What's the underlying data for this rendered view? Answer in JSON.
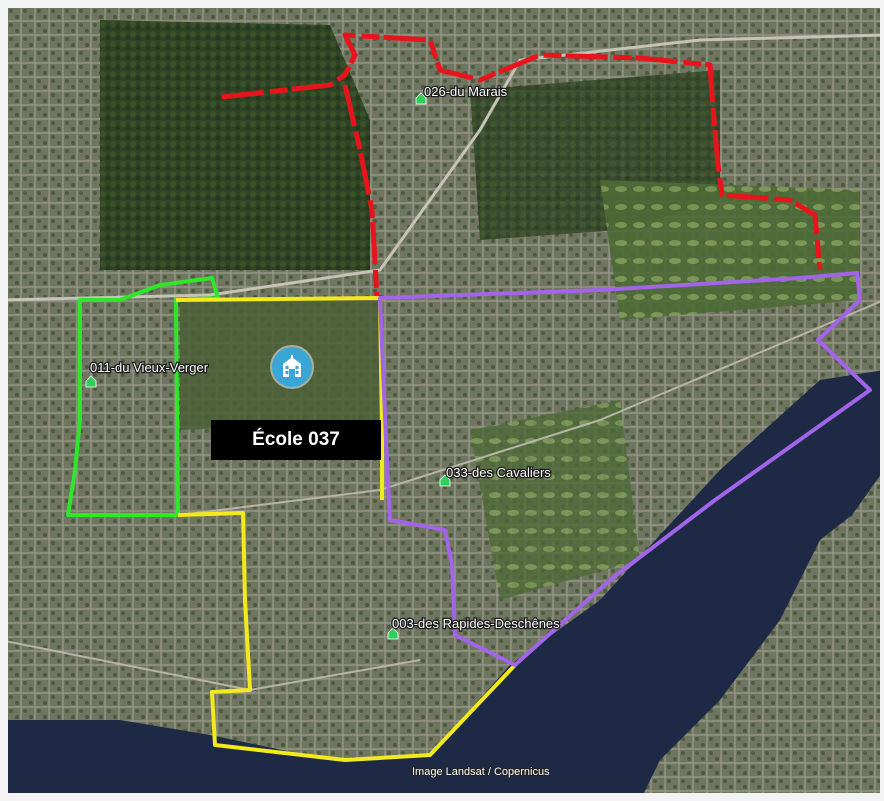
{
  "map": {
    "school_label": "École 037",
    "places": [
      {
        "id": "026",
        "label": "026-du Marais"
      },
      {
        "id": "011",
        "label": "011-du Vieux-Verger"
      },
      {
        "id": "033",
        "label": "033-des Cavaliers"
      },
      {
        "id": "003",
        "label": "003-des Rapides-Deschênes"
      }
    ],
    "attribution": "Image Landsat / Copernicus",
    "icons": {
      "school": "school-building-icon",
      "place": "home-icon"
    },
    "colors": {
      "boundary_026": "#e8141b",
      "boundary_011": "#2ee62a",
      "boundary_037": "#f2ea1c",
      "boundary_033": "#a264e8",
      "school_marker": "#3aa6d6",
      "label_box": "#000000"
    }
  }
}
